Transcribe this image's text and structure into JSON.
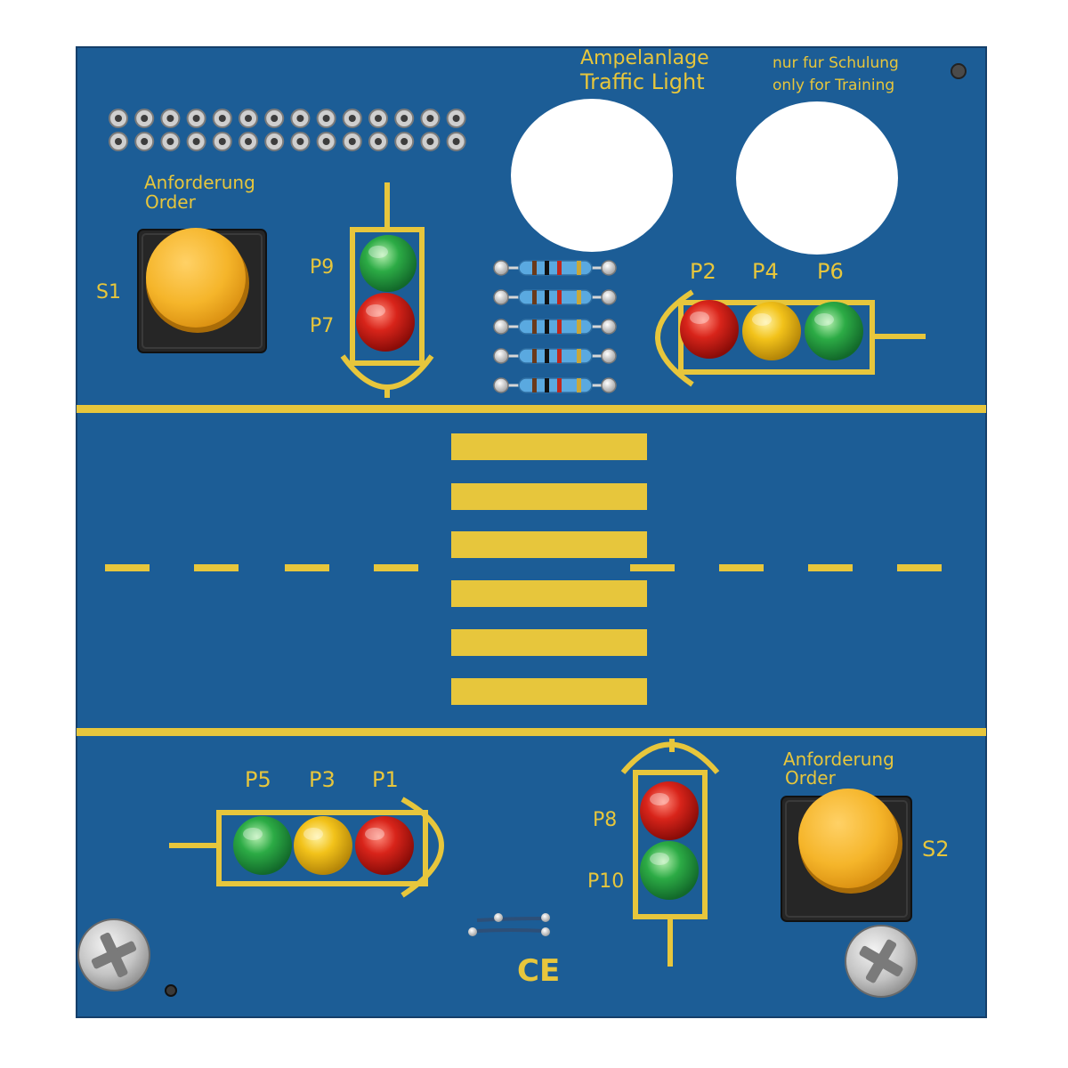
{
  "header": {
    "title_de": "Ampelanlage",
    "title_en": "Traffic Light",
    "note_de": "nur fur Schulung",
    "note_en": "only for Training"
  },
  "buttons": {
    "s1": {
      "label": "S1",
      "caption_de": "Anforderung",
      "caption_en": "Order"
    },
    "s2": {
      "label": "S2",
      "caption_de": "Anforderung",
      "caption_en": "Order"
    }
  },
  "leds": {
    "p1": "P1",
    "p2": "P2",
    "p3": "P3",
    "p4": "P4",
    "p5": "P5",
    "p6": "P6",
    "p7": "P7",
    "p8": "P8",
    "p9": "P9",
    "p10": "P10"
  },
  "marks": {
    "ce": "CE"
  },
  "colors": {
    "board": "#1c5d96",
    "silkscreen": "#e7c63c",
    "led_red": "#d01a12",
    "led_yellow": "#f2c21a",
    "led_green": "#2cab45",
    "button_cap": "#f5b52a",
    "button_housing": "#222222"
  }
}
